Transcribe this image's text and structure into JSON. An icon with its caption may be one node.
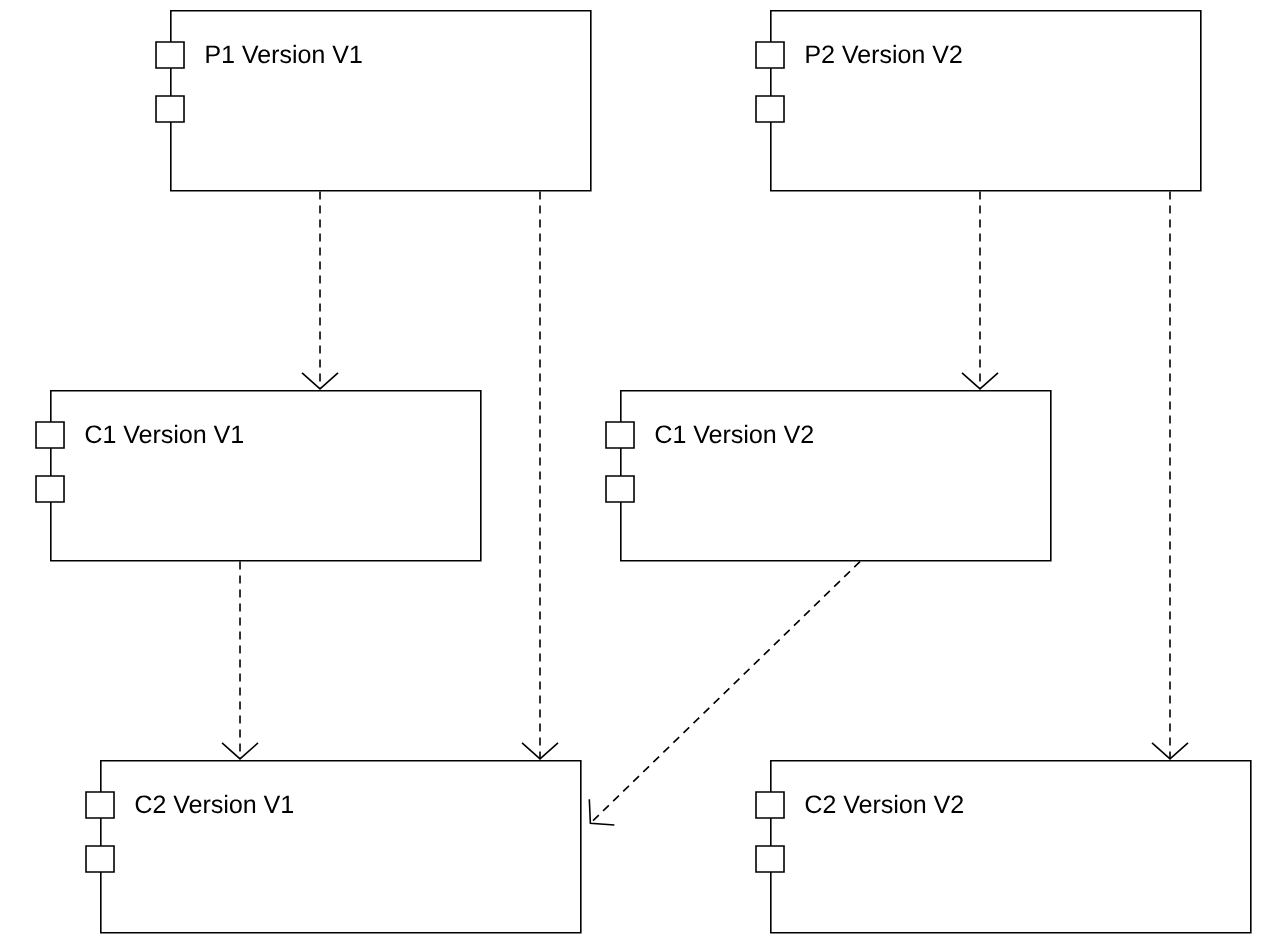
{
  "diagram": {
    "nodes": [
      {
        "text": [
          "P1 Version V1"
        ]
      },
      {
        "text": [
          "P2 Version V2"
        ]
      },
      {
        "text": [
          "C1 Version V1"
        ]
      },
      {
        "text": [
          "C1 Version V2"
        ]
      },
      {
        "text": [
          "C2 Version V1"
        ]
      },
      {
        "text": [
          "C2 Version V2"
        ]
      }
    ],
    "edges": [
      {
        "from": 0,
        "to": 2,
        "arrow": "to",
        "style": "dashed"
      },
      {
        "from": 0,
        "to": 4,
        "arrow": "to",
        "style": "dashed"
      },
      {
        "from": 1,
        "to": 3,
        "arrow": "to",
        "style": "dashed"
      },
      {
        "from": 1,
        "to": 5,
        "arrow": "to",
        "style": "dashed"
      },
      {
        "from": 2,
        "to": 4,
        "arrow": "to",
        "style": "dashed"
      },
      {
        "from": 3,
        "to": 4,
        "arrow": "to",
        "style": "dashed"
      }
    ]
  }
}
